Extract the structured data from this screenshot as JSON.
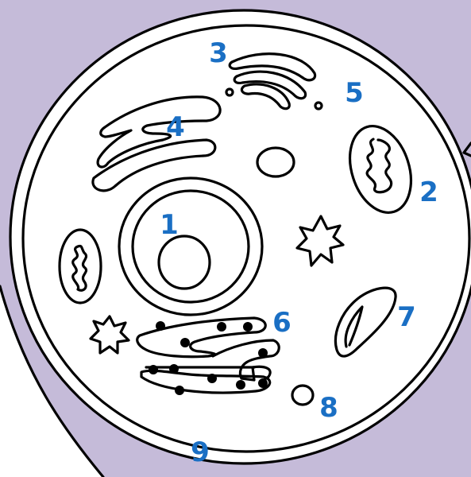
{
  "colors": {
    "background": "#c5bbd9",
    "label": "#1a6fc4",
    "outline": "#000000",
    "fill": "#ffffff"
  },
  "labels": {
    "nucleus": "1",
    "mitochondrion_right": "2",
    "golgi": "3",
    "smooth_er": "4",
    "lysosome": "5",
    "rough_er": "6",
    "vacuole": "7",
    "vesicle": "8",
    "cell_membrane": "9"
  }
}
